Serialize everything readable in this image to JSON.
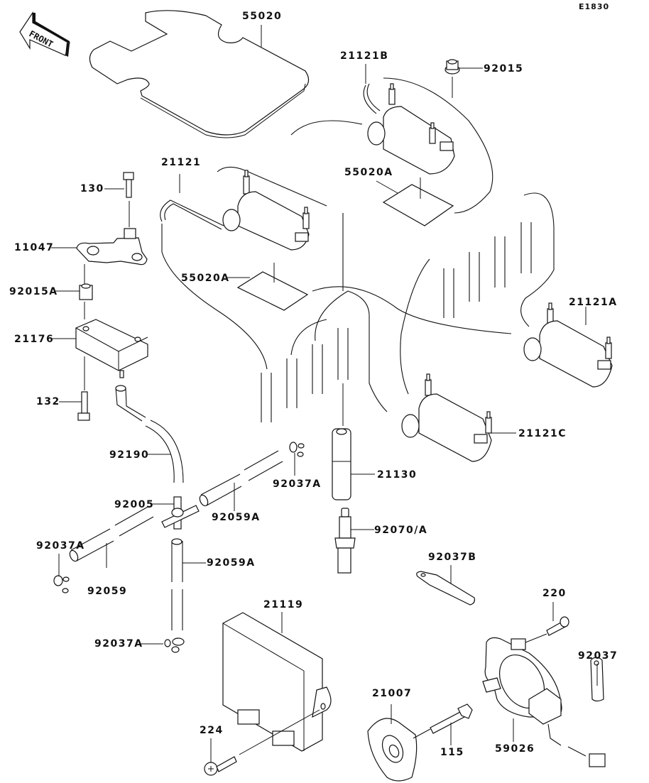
{
  "diagram": {
    "code": "E1830",
    "front_label": "FRONT",
    "parts": {
      "p55020": "55020",
      "p21121B": "21121B",
      "p92015": "92015",
      "p21121": "21121",
      "p130": "130",
      "p55020A_top": "55020A",
      "p11047": "11047",
      "p55020A_left": "55020A",
      "p92015A": "92015A",
      "p21121A": "21121A",
      "p21176": "21176",
      "p132": "132",
      "p21121C": "21121C",
      "p92190": "92190",
      "p92037A_a": "92037A",
      "p21130": "21130",
      "p92005": "92005",
      "p92059A_a": "92059A",
      "p92070A": "92070/A",
      "p92037A_b": "92037A",
      "p92059A_b": "92059A",
      "p92037B": "92037B",
      "p92059": "92059",
      "p21119": "21119",
      "p220": "220",
      "p92037A_c": "92037A",
      "p92037": "92037",
      "p21007": "21007",
      "p224": "224",
      "p115": "115",
      "p59026": "59026"
    }
  }
}
